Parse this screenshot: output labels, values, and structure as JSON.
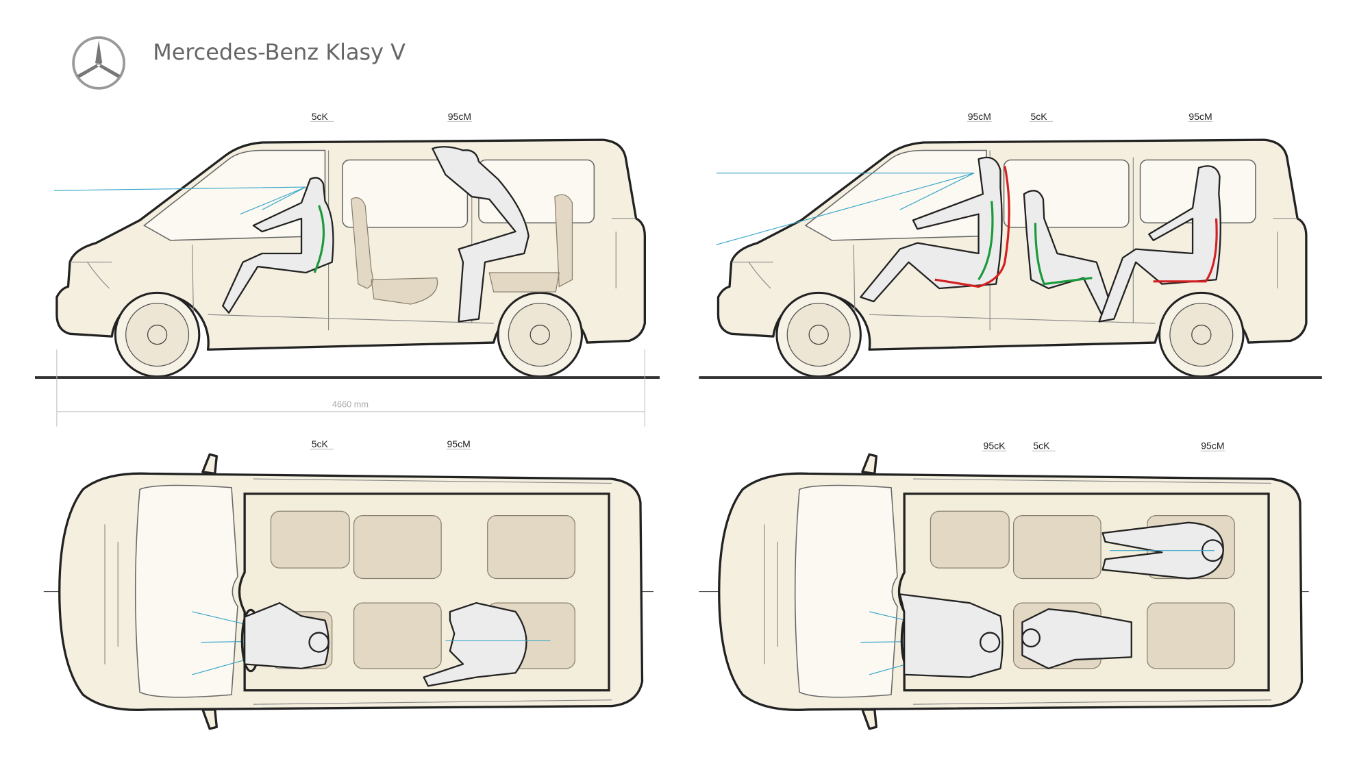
{
  "header": {
    "title": "Mercedes-Benz Klasy V",
    "logo": "mercedes-star-logo"
  },
  "views": {
    "side_left": {
      "labels": [
        "5cK",
        "95cM"
      ]
    },
    "side_right": {
      "labels": [
        "95cM",
        "5cK",
        "95cM"
      ]
    },
    "top_left": {
      "labels": [
        "5cK",
        "95cM"
      ]
    },
    "top_right": {
      "labels": [
        "95cK",
        "5cK",
        "95cM"
      ]
    }
  },
  "dimension": {
    "length": "4660 mm"
  },
  "colors": {
    "body": "#f4efdf",
    "seat": "#e2d8c4",
    "sightline": "#39a6c9",
    "green_contour": "#1a9a3a",
    "red_contour": "#d42020"
  }
}
